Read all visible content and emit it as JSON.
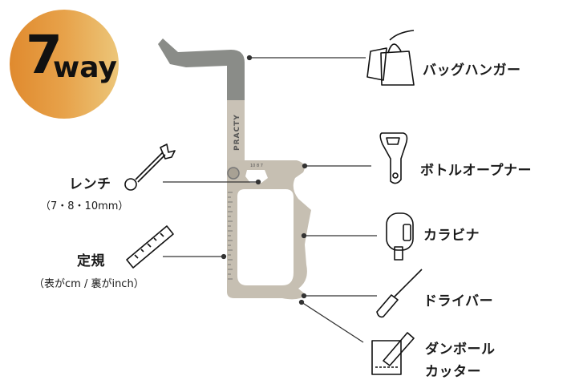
{
  "badge": {
    "number": "7",
    "unit": "way"
  },
  "tool": {
    "brand": "PRACTY",
    "wrench_sizes": "10 8 7"
  },
  "features": {
    "bag_hanger": "バッグハンガー",
    "bottle_opener": "ボトルオープナー",
    "carabiner": "カラビナ",
    "driver": "ドライバー",
    "cutter_line1": "ダンボール",
    "cutter_line2": "カッター",
    "wrench": "レンチ",
    "wrench_sub": "（7・8・10mm）",
    "ruler": "定規",
    "ruler_sub": "（表がcm / 裏がinch）"
  },
  "colors": {
    "badge_start": "#e08a2e",
    "badge_end": "#ecc679",
    "hook": "#8a8c88",
    "steel": "#c9c2b6",
    "line": "#333333"
  }
}
